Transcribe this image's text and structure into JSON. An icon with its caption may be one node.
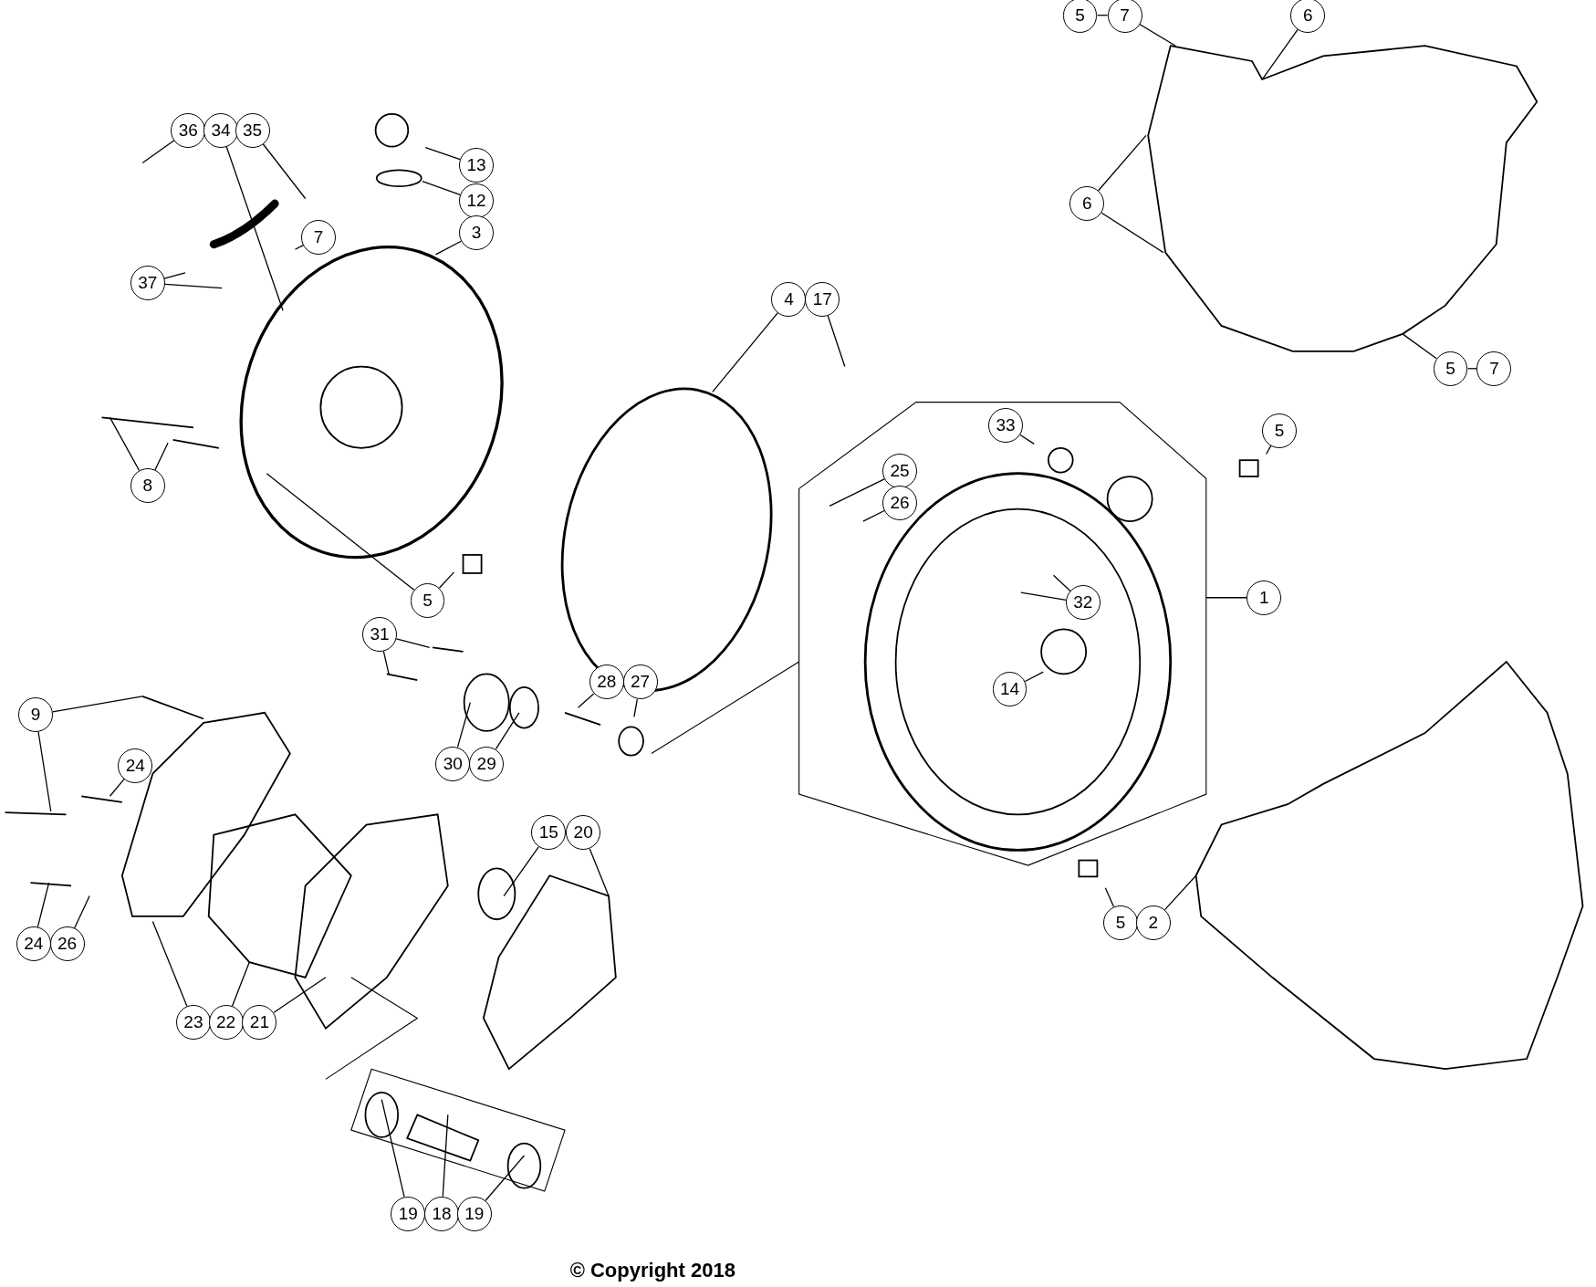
{
  "diagram": {
    "nodes": [
      {
        "text": [
          "5"
        ]
      },
      {
        "text": [
          "7"
        ]
      },
      {
        "text": [
          "6"
        ]
      },
      {
        "text": [
          "36"
        ]
      },
      {
        "text": [
          "34"
        ]
      },
      {
        "text": [
          "35"
        ]
      },
      {
        "text": [
          "13"
        ]
      },
      {
        "text": [
          "12"
        ]
      },
      {
        "text": [
          "6"
        ]
      },
      {
        "text": [
          "3"
        ]
      },
      {
        "text": [
          "7"
        ]
      },
      {
        "text": [
          "37"
        ]
      },
      {
        "text": [
          "4"
        ]
      },
      {
        "text": [
          "17"
        ]
      },
      {
        "text": [
          "5"
        ]
      },
      {
        "text": [
          "7"
        ]
      },
      {
        "text": [
          "33"
        ]
      },
      {
        "text": [
          "5"
        ]
      },
      {
        "text": [
          "25"
        ]
      },
      {
        "text": [
          "8"
        ]
      },
      {
        "text": [
          "26"
        ]
      },
      {
        "text": [
          "1"
        ]
      },
      {
        "text": [
          "5"
        ]
      },
      {
        "text": [
          "32"
        ]
      },
      {
        "text": [
          "31"
        ]
      },
      {
        "text": [
          "28"
        ]
      },
      {
        "text": [
          "27"
        ]
      },
      {
        "text": [
          "14"
        ]
      },
      {
        "text": [
          "9"
        ]
      },
      {
        "text": [
          "30"
        ]
      },
      {
        "text": [
          "29"
        ]
      },
      {
        "text": [
          "24"
        ]
      },
      {
        "text": [
          "15"
        ]
      },
      {
        "text": [
          "20"
        ]
      },
      {
        "text": [
          "5"
        ]
      },
      {
        "text": [
          "2"
        ]
      },
      {
        "text": [
          "24"
        ]
      },
      {
        "text": [
          "26"
        ]
      },
      {
        "text": [
          "23"
        ]
      },
      {
        "text": [
          "22"
        ]
      },
      {
        "text": [
          "21"
        ]
      },
      {
        "text": [
          "19"
        ]
      },
      {
        "text": [
          "18"
        ]
      },
      {
        "text": [
          "19"
        ]
      }
    ],
    "edges": [
      {
        "from": 0,
        "to": 1,
        "arrow": "none"
      },
      {
        "from": 1,
        "to": null,
        "arrow": "none"
      },
      {
        "from": 2,
        "to": null,
        "arrow": "none"
      },
      {
        "from": 3,
        "to": null,
        "arrow": "none"
      },
      {
        "from": 4,
        "to": null,
        "arrow": "none"
      },
      {
        "from": 5,
        "to": null,
        "arrow": "none"
      },
      {
        "from": 6,
        "to": null,
        "arrow": "none"
      },
      {
        "from": 7,
        "to": null,
        "arrow": "none"
      },
      {
        "from": 8,
        "to": null,
        "arrow": "none"
      },
      {
        "from": 8,
        "to": null,
        "arrow": "none"
      },
      {
        "from": 9,
        "to": null,
        "arrow": "none"
      },
      {
        "from": 10,
        "to": null,
        "arrow": "none"
      },
      {
        "from": 11,
        "to": null,
        "arrow": "none"
      },
      {
        "from": 11,
        "to": null,
        "arrow": "none"
      },
      {
        "from": 12,
        "to": null,
        "arrow": "none"
      },
      {
        "from": 13,
        "to": null,
        "arrow": "none"
      },
      {
        "from": 14,
        "to": 15,
        "arrow": "none"
      },
      {
        "from": 14,
        "to": null,
        "arrow": "none"
      },
      {
        "from": 16,
        "to": null,
        "arrow": "none"
      },
      {
        "from": 17,
        "to": null,
        "arrow": "none"
      },
      {
        "from": 18,
        "to": null,
        "arrow": "none"
      },
      {
        "from": 19,
        "to": null,
        "arrow": "none"
      },
      {
        "from": 19,
        "to": null,
        "arrow": "none"
      },
      {
        "from": 20,
        "to": null,
        "arrow": "none"
      },
      {
        "from": 21,
        "to": null,
        "arrow": "none"
      },
      {
        "from": 22,
        "to": null,
        "arrow": "none"
      },
      {
        "from": 22,
        "to": null,
        "arrow": "none"
      },
      {
        "from": 23,
        "to": null,
        "arrow": "none"
      },
      {
        "from": 23,
        "to": null,
        "arrow": "none"
      },
      {
        "from": 24,
        "to": null,
        "arrow": "none"
      },
      {
        "from": 24,
        "to": null,
        "arrow": "none"
      },
      {
        "from": 25,
        "to": null,
        "arrow": "none"
      },
      {
        "from": 26,
        "to": null,
        "arrow": "none"
      },
      {
        "from": 27,
        "to": null,
        "arrow": "none"
      },
      {
        "from": 28,
        "to": null,
        "arrow": "none"
      },
      {
        "from": 28,
        "to": null,
        "arrow": "none"
      },
      {
        "from": 29,
        "to": null,
        "arrow": "none"
      },
      {
        "from": 30,
        "to": null,
        "arrow": "none"
      },
      {
        "from": 31,
        "to": null,
        "arrow": "none"
      },
      {
        "from": 32,
        "to": null,
        "arrow": "none"
      },
      {
        "from": 33,
        "to": null,
        "arrow": "none"
      },
      {
        "from": 34,
        "to": null,
        "arrow": "none"
      },
      {
        "from": 35,
        "to": null,
        "arrow": "none"
      },
      {
        "from": 36,
        "to": null,
        "arrow": "none"
      },
      {
        "from": 37,
        "to": null,
        "arrow": "none"
      },
      {
        "from": 38,
        "to": null,
        "arrow": "none"
      },
      {
        "from": 39,
        "to": null,
        "arrow": "none"
      },
      {
        "from": 40,
        "to": null,
        "arrow": "none"
      },
      {
        "from": 41,
        "to": null,
        "arrow": "none"
      },
      {
        "from": 42,
        "to": null,
        "arrow": "none"
      },
      {
        "from": 43,
        "to": null,
        "arrow": "none"
      }
    ],
    "labels": [
      "© Copyright 2018"
    ]
  }
}
